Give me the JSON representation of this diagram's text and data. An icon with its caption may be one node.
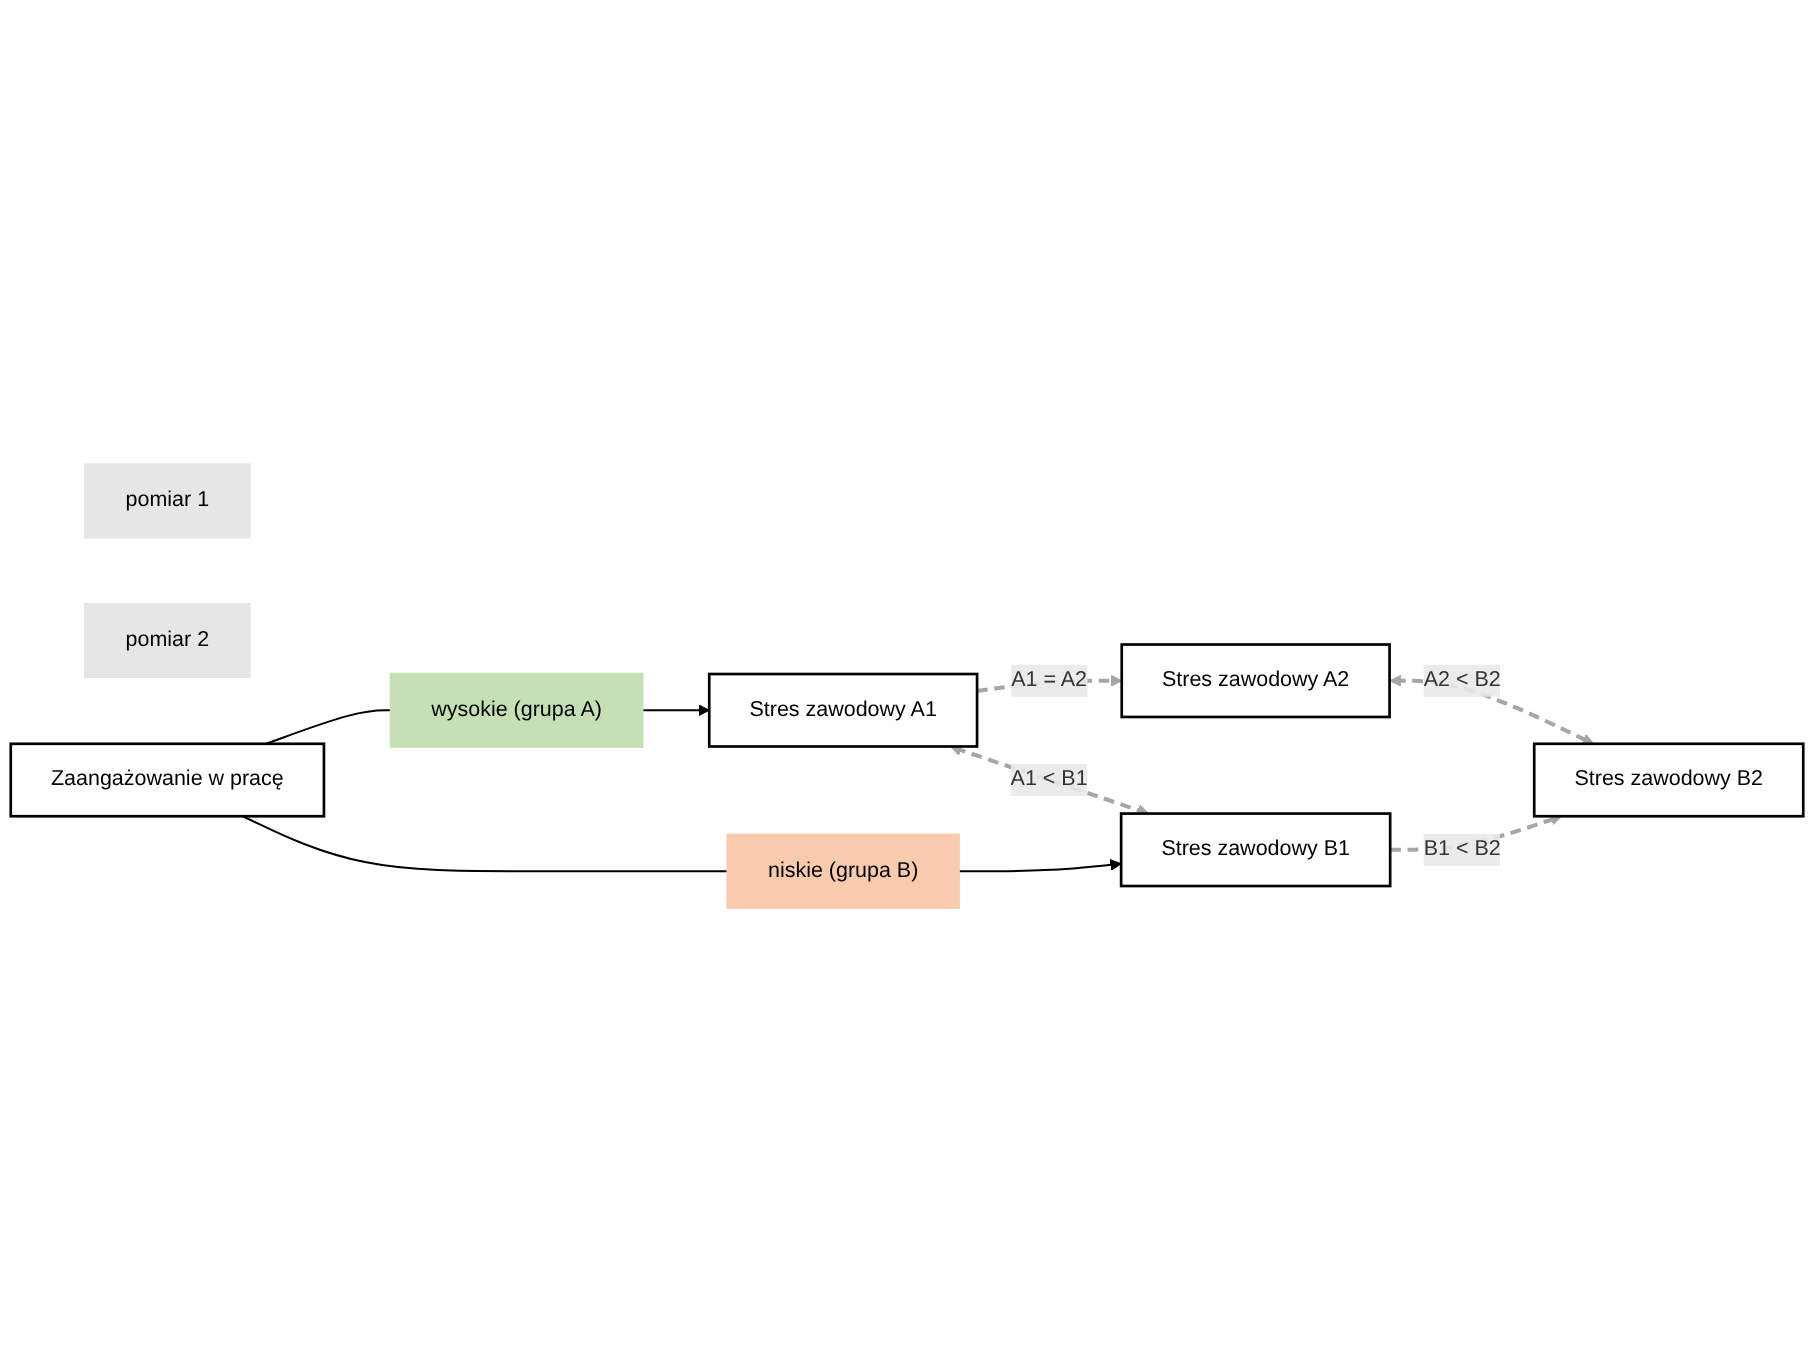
{
  "diagram": {
    "nodes": [
      {
        "text": [
          "pomiar 1"
        ]
      },
      {
        "text": [
          "pomiar 2"
        ]
      },
      {
        "text": [
          "Stres zawodowy A1"
        ]
      },
      {
        "text": [
          "Stres zawodowy A2"
        ]
      },
      {
        "text": [
          "wysokie (grupa A)"
        ]
      },
      {
        "text": [
          "Zaangażowanie w pracę"
        ]
      },
      {
        "text": [
          "niskie (grupa B)"
        ]
      },
      {
        "text": [
          "Stres zawodowy B1"
        ]
      },
      {
        "text": [
          "Stres zawodowy B2"
        ]
      }
    ],
    "edges": [
      {
        "from": 5,
        "to": 4,
        "arrow": "none"
      },
      {
        "from": 4,
        "to": 2,
        "arrow": "to"
      },
      {
        "from": 5,
        "to": 6,
        "arrow": "none"
      },
      {
        "from": 6,
        "to": 7,
        "arrow": "to"
      },
      {
        "from": 2,
        "to": 3,
        "arrow": "to",
        "label": "A1 = A2",
        "style": "dashed",
        "color": "#a6a6a6"
      },
      {
        "from": 2,
        "to": 7,
        "arrow": "both",
        "label": "A1 < B1",
        "style": "dashed",
        "color": "#a6a6a6"
      },
      {
        "from": 3,
        "to": 8,
        "arrow": "both",
        "label": "A2 < B2",
        "style": "dashed",
        "color": "#a6a6a6"
      },
      {
        "from": 7,
        "to": 8,
        "arrow": "to",
        "label": "B1 < B2",
        "style": "dashed",
        "color": "#a6a6a6"
      }
    ]
  }
}
